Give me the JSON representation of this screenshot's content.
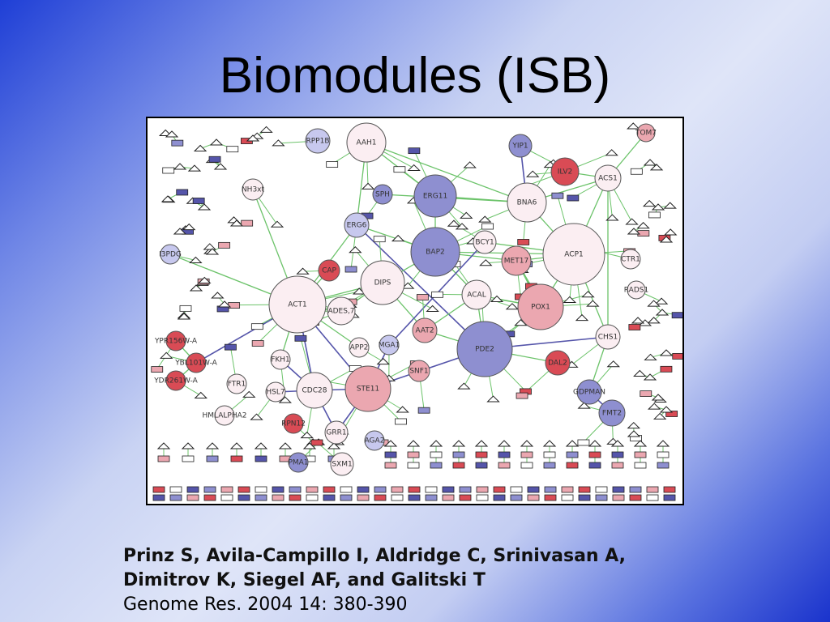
{
  "slide": {
    "title": "Biomodules (ISB)"
  },
  "citation": {
    "authors_line1": "Prinz S, Avila-Campillo I, Aldridge C, Srinivasan A,",
    "authors_line2": "Dimitrov K, Siegel AF, and Galitski T",
    "journal": "Genome Res. 2004 14: 380-390"
  },
  "colors": {
    "white_node": "#fbeef2",
    "pink_node": "#eba7b0",
    "red_node": "#d94b55",
    "blue_node": "#8e8fd0",
    "light_blue_node": "#c7c8ee",
    "green_edge": "#6cc36a",
    "blue_edge": "#5555aa"
  },
  "network": {
    "nodes": [
      {
        "id": "RPP1B",
        "label": "RPP1B",
        "color": "lightblue"
      },
      {
        "id": "AAH1",
        "label": "AAH1",
        "color": "white"
      },
      {
        "id": "YIP1",
        "label": "YIP1",
        "color": "blue"
      },
      {
        "id": "TOM7",
        "label": "TOM7",
        "color": "pink"
      },
      {
        "id": "ILV2",
        "label": "ILV2",
        "color": "red"
      },
      {
        "id": "ACS1",
        "label": "ACS1",
        "color": "white"
      },
      {
        "id": "NH3xt",
        "label": "NH3xt",
        "color": "white"
      },
      {
        "id": "SPH",
        "label": "SPH",
        "color": "blue"
      },
      {
        "id": "ERG11",
        "label": "ERG11",
        "color": "blue"
      },
      {
        "id": "BNA6",
        "label": "BNA6",
        "color": "white"
      },
      {
        "id": "ERG6",
        "label": "ERG6",
        "color": "lightblue"
      },
      {
        "id": "BAP2",
        "label": "BAP2",
        "color": "blue"
      },
      {
        "id": "BCY1",
        "label": "BCY1",
        "color": "white"
      },
      {
        "id": "ACP1",
        "label": "ACP1",
        "color": "white"
      },
      {
        "id": "I3PDG",
        "label": "I3PDG",
        "color": "lightblue"
      },
      {
        "id": "CTR1",
        "label": "CTR1",
        "color": "white"
      },
      {
        "id": "CAP",
        "label": "CAP",
        "color": "red"
      },
      {
        "id": "MET17",
        "label": "MET17",
        "color": "pink"
      },
      {
        "id": "DIPS",
        "label": "DIPS",
        "color": "white"
      },
      {
        "id": "RADS1",
        "label": "RADS1",
        "color": "white"
      },
      {
        "id": "ACT1",
        "label": "ACT1",
        "color": "white"
      },
      {
        "id": "ADES7",
        "label": "ADES,7",
        "color": "white"
      },
      {
        "id": "ACAL",
        "label": "ACAL",
        "color": "white"
      },
      {
        "id": "POX1",
        "label": "POX1",
        "color": "pink"
      },
      {
        "id": "AAT2",
        "label": "AAT2",
        "color": "pink"
      },
      {
        "id": "CHS1",
        "label": "CHS1",
        "color": "white"
      },
      {
        "id": "YPR",
        "label": "YPR156W-A",
        "color": "red"
      },
      {
        "id": "APP2",
        "label": "APP2",
        "color": "white"
      },
      {
        "id": "MGA1",
        "label": "MGA1",
        "color": "lightblue"
      },
      {
        "id": "PDE2",
        "label": "PDE2",
        "color": "blue"
      },
      {
        "id": "YBL",
        "label": "YBL101W-A",
        "color": "red"
      },
      {
        "id": "FKH1",
        "label": "FKH1",
        "color": "white"
      },
      {
        "id": "SNF1",
        "label": "SNF1",
        "color": "pink"
      },
      {
        "id": "DAL2",
        "label": "DAL2",
        "color": "red"
      },
      {
        "id": "YDR",
        "label": "YDR261W-A",
        "color": "red"
      },
      {
        "id": "FTR1",
        "label": "FTR1",
        "color": "white"
      },
      {
        "id": "HSL7",
        "label": "HSL7",
        "color": "white"
      },
      {
        "id": "CDC28",
        "label": "CDC28",
        "color": "white"
      },
      {
        "id": "STE11",
        "label": "STE11",
        "color": "pink"
      },
      {
        "id": "GDPMAN",
        "label": "GDPMAN",
        "color": "blue"
      },
      {
        "id": "HMLALPHA2",
        "label": "HMLALPHA2",
        "color": "white"
      },
      {
        "id": "FMT2",
        "label": "FMT2",
        "color": "blue"
      },
      {
        "id": "RPN12",
        "label": "RPN12",
        "color": "red"
      },
      {
        "id": "GRR1",
        "label": "GRR1",
        "color": "white"
      },
      {
        "id": "AGA2",
        "label": "AGA2",
        "color": "lightblue"
      },
      {
        "id": "PMA1",
        "label": "PMA1",
        "color": "blue"
      },
      {
        "id": "SXM1",
        "label": "SXM1",
        "color": "white"
      }
    ]
  }
}
